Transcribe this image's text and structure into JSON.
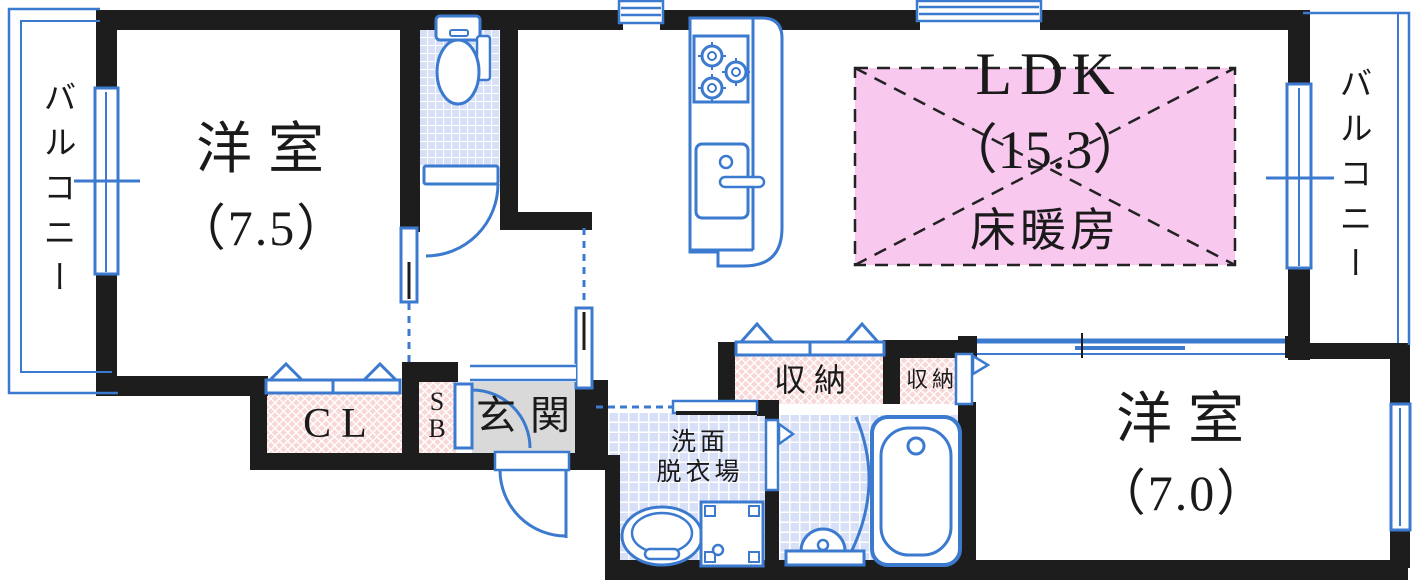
{
  "plan_title": "apartment-floor-plan",
  "rooms": {
    "bedroom1": {
      "name": "洋室",
      "size": "（7.5）"
    },
    "bedroom2": {
      "name": "洋室",
      "size": "（7.0）"
    },
    "ldk": {
      "name": "LDK",
      "size": "（15.3）",
      "feature": "床暖房"
    },
    "balcony_left": {
      "name": "バルコニー"
    },
    "balcony_right": {
      "name": "バルコニー"
    },
    "entrance": {
      "name": "玄関"
    },
    "washroom": {
      "line1": "洗面",
      "line2": "脱衣場"
    },
    "closet": {
      "name": "CL"
    },
    "shoe_box": {
      "line1": "S",
      "line2": "B"
    },
    "storage_large": {
      "name": "収納"
    },
    "storage_small": {
      "name": "収納"
    }
  },
  "colors": {
    "line_blue": "#3b7ace",
    "wall_black": "#1d1d1d",
    "ldk_pink": "#f9c8ef",
    "closet_hatch_pink": "#f8d7d7",
    "tile_blue": "#d7e0f7",
    "entrance_gray": "#d9d9d9",
    "text": "#1a1a1a"
  }
}
